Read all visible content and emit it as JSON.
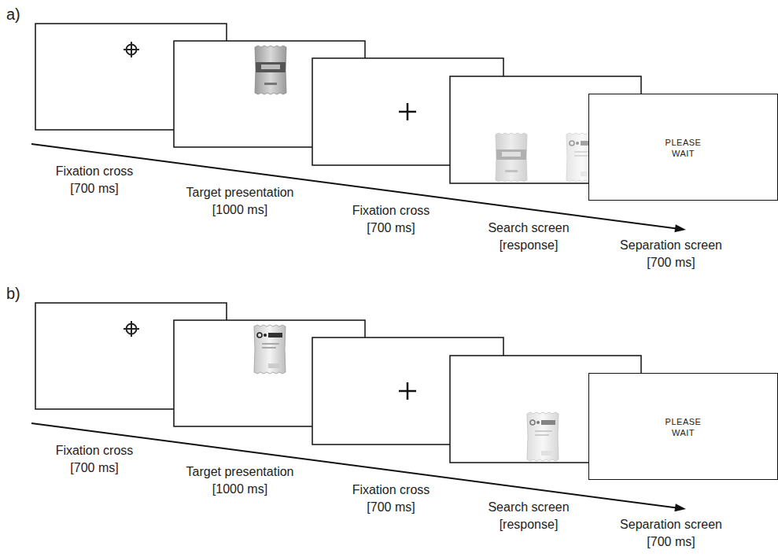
{
  "diagram": {
    "nodes": [
      {
        "text": [
          "PLEASE WAIT"
        ]
      },
      {
        "text": [
          "PLEASE WAIT"
        ]
      }
    ],
    "labels": [
      "a)",
      "Fixation cross [700 ms]",
      "Target presentation [1000 ms]",
      "Fixation cross [700 ms]",
      "Search screen [response]",
      "Separation screen [700 ms]",
      "b)",
      "Fixation cross [700 ms]",
      "Target presentation [1000 ms]",
      "Fixation cross [700 ms]",
      "Search screen [response]",
      "Separation screen [700 ms]"
    ]
  }
}
